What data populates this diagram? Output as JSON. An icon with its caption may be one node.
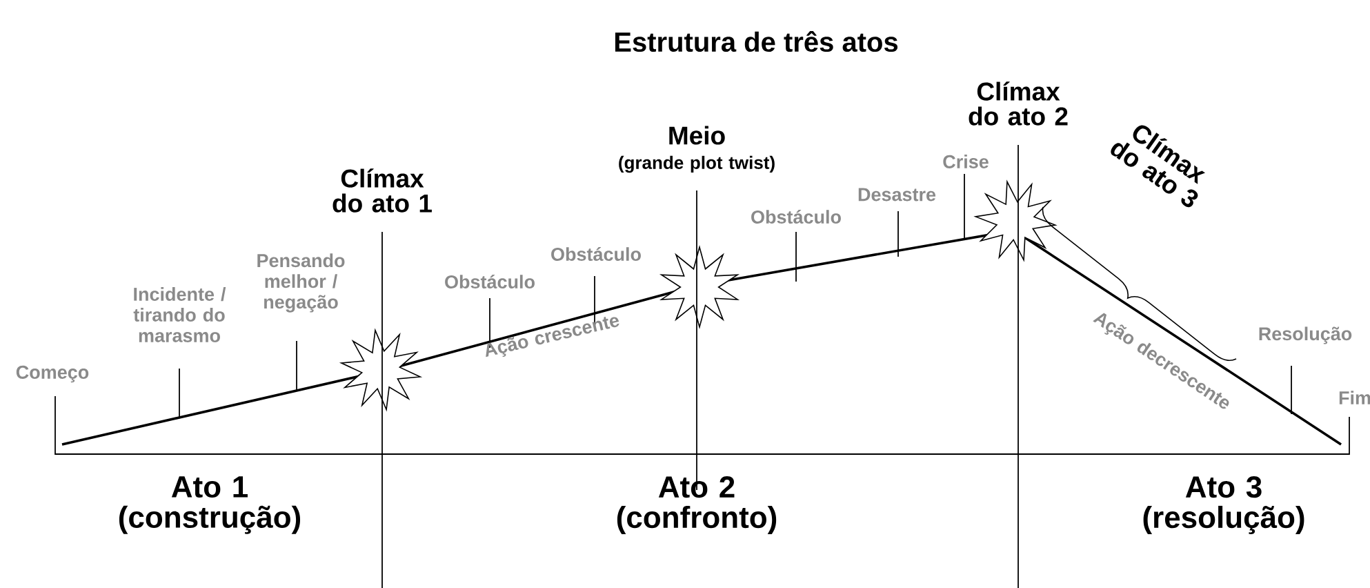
{
  "diagram": {
    "title": "Estrutura de três atos",
    "labels": [
      "Começo",
      "Incidente / tirando do marasmo",
      "Pensando melhor / negação",
      "Clímax do ato 1",
      "Obstáculo",
      "Obstáculo",
      "Ação crescente",
      "Meio",
      "(grande plot twist)",
      "Obstáculo",
      "Desastre",
      "Crise",
      "Clímax do ato 2",
      "Clímax do ato 3",
      "Ação decrescente",
      "Resolução",
      "Fim",
      "Ato 1 (construção)",
      "Ato 2 (confronto)",
      "Ato 3 (resolução)"
    ]
  }
}
